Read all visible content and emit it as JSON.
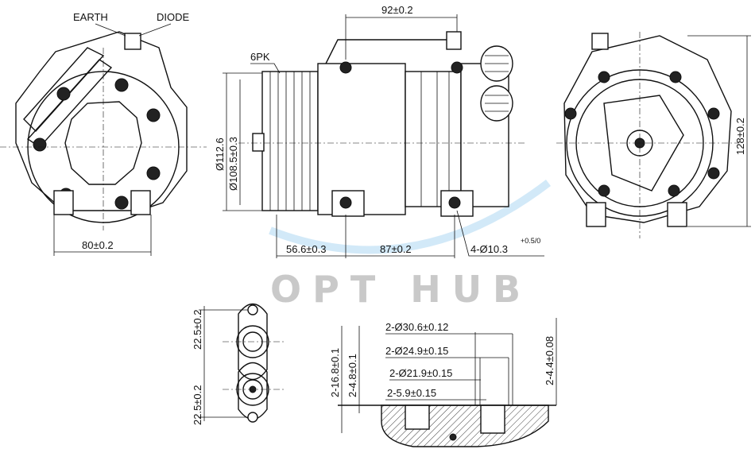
{
  "title": "Compressor dimension drawing",
  "watermark": "OPT HUB",
  "colors": {
    "line": "#111111",
    "watermark": "#c9c9c9",
    "swoosh": "#bfe0f5"
  },
  "left_view": {
    "earth_label": "EARTH",
    "diode_label": "DIODE",
    "width_dim": "80±0.2"
  },
  "side_view": {
    "pulley_label": "6PK",
    "pulley_outer_dia": "Ø112.6",
    "pulley_dia": "Ø108.5±0.3",
    "top_dim": "92±0.2",
    "bottom_dim_1": "56.6±0.3",
    "bottom_dim_2": "87±0.2",
    "mount_holes": "4-Ø10.3",
    "mount_holes_tol": "+0.5/0"
  },
  "front_view": {
    "height_dim": "128±0.2"
  },
  "port_view": {
    "dim_top": "22.5±0.2",
    "dim_bottom": "22.5±0.2"
  },
  "section_view": {
    "dim_a": "2-16.8±0.1",
    "dim_b": "2-4.8±0.1",
    "dim_c": "2-Ø30.6±0.12",
    "dim_d": "2-Ø24.9±0.15",
    "dim_e": "2-Ø21.9±0.15",
    "dim_f": "2-5.9±0.15",
    "dim_g": "2-4.4±0.08"
  }
}
